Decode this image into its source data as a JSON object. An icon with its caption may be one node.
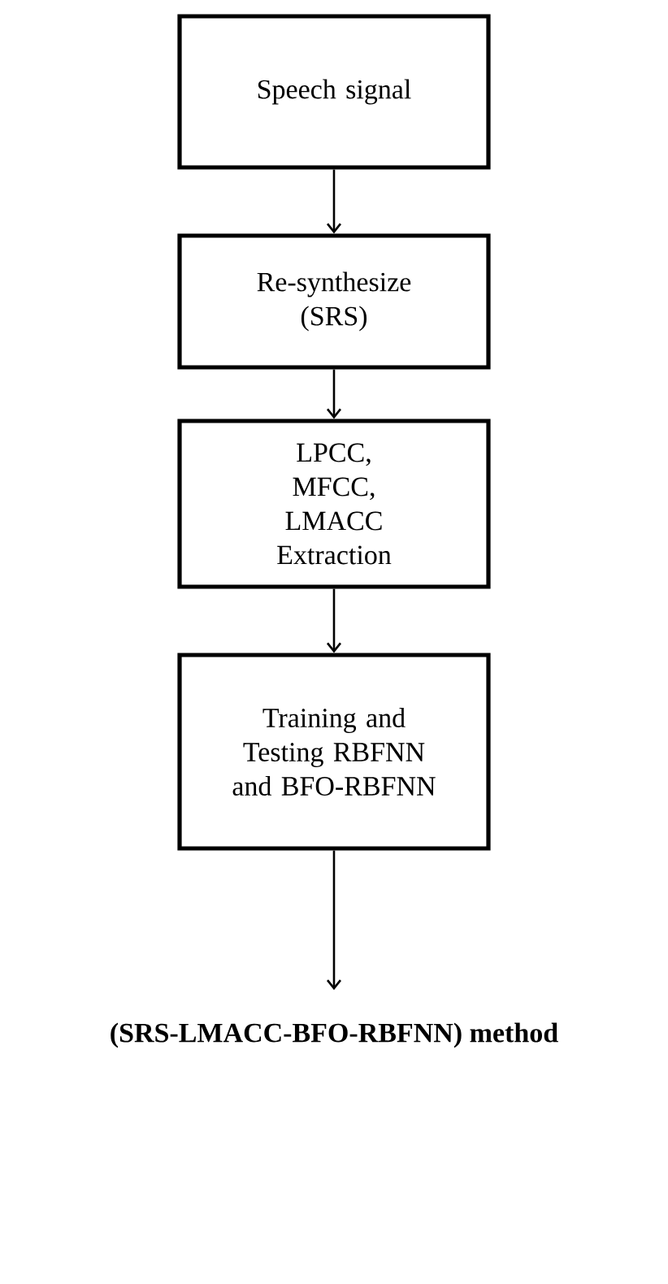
{
  "diagram": {
    "nodes": [
      {
        "text": [
          "Speech signal"
        ]
      },
      {
        "text": [
          "Re-synthesize (SRS)"
        ]
      },
      {
        "text": [
          "LPCC, MFCC, LMACC Extraction"
        ]
      },
      {
        "text": [
          "Training and Testing RBFNN and BFO-RBFNN"
        ]
      },
      {
        "text": [
          "(SRS-LMACC-BFO-RBFNN) method"
        ]
      }
    ],
    "edges": [
      {
        "from": 0,
        "to": 1,
        "arrow": "to"
      },
      {
        "from": 1,
        "to": 2,
        "arrow": "to"
      },
      {
        "from": 2,
        "to": 3,
        "arrow": "to"
      },
      {
        "from": 3,
        "to": 4,
        "arrow": "to"
      }
    ]
  }
}
